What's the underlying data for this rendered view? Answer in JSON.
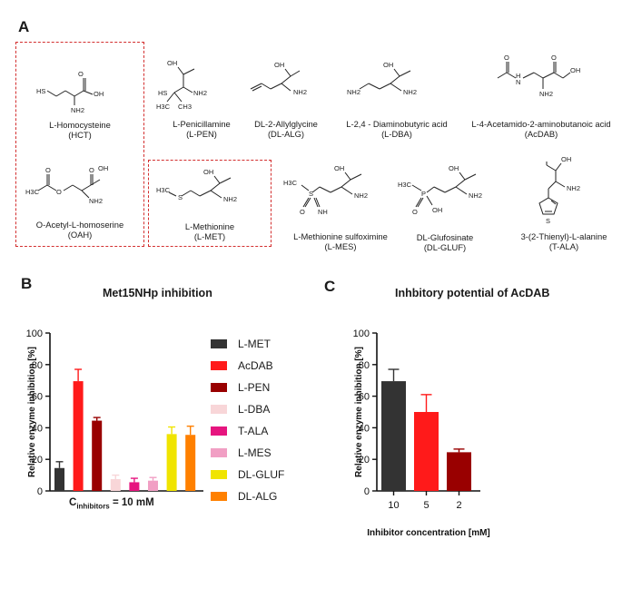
{
  "panelA": {
    "letter": "A",
    "compounds": [
      {
        "id": "hct",
        "name": "L-Homocysteine",
        "abbr": "(HCT)"
      },
      {
        "id": "pen",
        "name": "L-Penicillamine",
        "abbr": "(L-PEN)"
      },
      {
        "id": "alg",
        "name": "DL-2-Allylglycine",
        "abbr": "(DL-ALG)"
      },
      {
        "id": "dba",
        "name": "L-2,4 - Diaminobutyric acid",
        "abbr": "(L-DBA)"
      },
      {
        "id": "acdab",
        "name": "L-4-Acetamido-2-aminobutanoic acid",
        "abbr": "(AcDAB)"
      },
      {
        "id": "oah",
        "name": "O-Acetyl-L-homoserine",
        "abbr": "(OAH)"
      },
      {
        "id": "met",
        "name": "L-Methionine",
        "abbr": "(L-MET)"
      },
      {
        "id": "mes",
        "name": "L-Methionine sulfoximine",
        "abbr": "(L-MES)"
      },
      {
        "id": "gluf",
        "name": "DL-Glufosinate",
        "abbr": "(DL-GLUF)"
      },
      {
        "id": "tala",
        "name": "3-(2-Thienyl)-L-alanine",
        "abbr": "(T-ALA)"
      }
    ],
    "atoms": {
      "oh": "OH",
      "o": "O",
      "nh2": "NH2",
      "hs": "HS",
      "h": "H",
      "n": "N",
      "s": "S",
      "h3c": "H3C",
      "ch3": "CH3",
      "p": "P",
      "nh": "NH"
    }
  },
  "panelB": {
    "letter": "B",
    "condition_prefix": "C",
    "condition_sub": "inhibitors",
    "condition_value": " = 10 mM"
  },
  "panelC": {
    "letter": "C"
  },
  "chart_data": [
    {
      "type": "bar",
      "title": "Met15NHp inhibition",
      "ylabel": "Relative enzyme inhibition [%]",
      "xlabel": "",
      "ylim": [
        0,
        100
      ],
      "yticks": [
        0,
        20,
        40,
        60,
        80,
        100
      ],
      "categories": [
        "L-MET",
        "AcDAB",
        "L-PEN",
        "L-DBA",
        "T-ALA",
        "L-MES",
        "DL-GLUF",
        "DL-ALG"
      ],
      "values": [
        14.5,
        69.5,
        44.5,
        7.5,
        5.5,
        6.5,
        36,
        35.5
      ],
      "errors": [
        4,
        7.5,
        2,
        2.5,
        2.5,
        2,
        4.5,
        5.5
      ],
      "colors": [
        "#333333",
        "#ff1a1a",
        "#990000",
        "#f8d6d8",
        "#e6157f",
        "#f19fc4",
        "#f0e400",
        "#ff8000"
      ],
      "grid": false,
      "legend": "right"
    },
    {
      "type": "bar",
      "title": "Inhbitory potential of AcDAB",
      "ylabel": "Relative enzyme inhibition [%]",
      "xlabel": "Inhibitor concentration [mM]",
      "ylim": [
        0,
        100
      ],
      "yticks": [
        0,
        20,
        40,
        60,
        80,
        100
      ],
      "categories": [
        "10",
        "5",
        "2"
      ],
      "values": [
        69.5,
        50,
        24.5
      ],
      "errors": [
        7.5,
        11,
        2
      ],
      "colors": [
        "#333333",
        "#ff1a1a",
        "#990000"
      ],
      "grid": false
    }
  ]
}
